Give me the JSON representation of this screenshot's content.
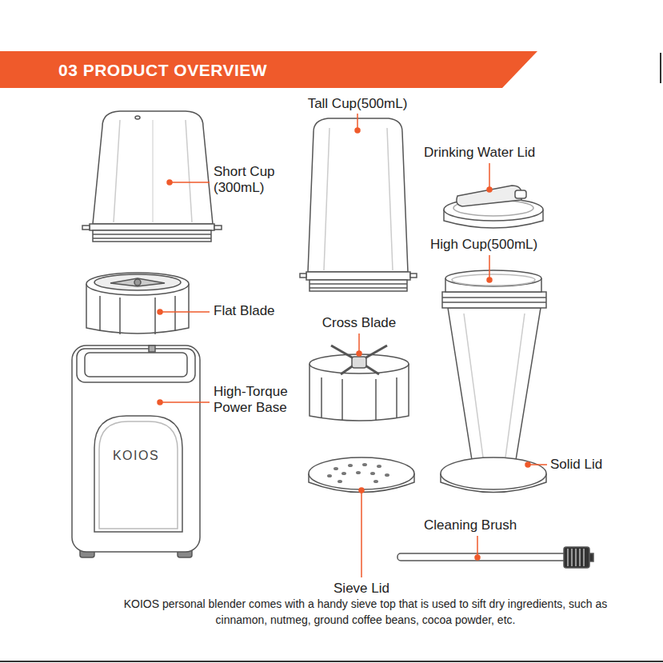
{
  "diagram": {
    "title": "03 PRODUCT OVERVIEW",
    "caption": "KOIOS personal blender comes with a handy sieve top that is used to sift dry ingredients, such as cinnamon, nutmeg, ground coffee beans, cocoa powder, etc.",
    "labels": [
      "Tall Cup(500mL)",
      "Drinking Water Lid",
      "Short Cup (300mL)",
      "High Cup(500mL)",
      "Flat Blade",
      "Cross Blade",
      "High-Torque Power Base",
      "Solid Lid",
      "Cleaning Brush",
      "Sieve Lid",
      "KOIOS"
    ]
  }
}
